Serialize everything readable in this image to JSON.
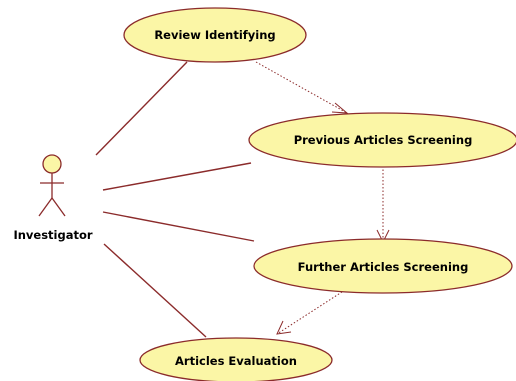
{
  "actor": {
    "name": "Investigator"
  },
  "use_cases": [
    {
      "id": "uc1",
      "label": "Review Identifying"
    },
    {
      "id": "uc2",
      "label": "Previous Articles Screening"
    },
    {
      "id": "uc3",
      "label": "Further Articles Screening"
    },
    {
      "id": "uc4",
      "label": "Articles Evaluation"
    }
  ],
  "associations": [
    "uc1",
    "uc2",
    "uc3",
    "uc4"
  ],
  "dependencies": [
    {
      "from": "uc1",
      "to": "uc2"
    },
    {
      "from": "uc2",
      "to": "uc3"
    },
    {
      "from": "uc3",
      "to": "uc4"
    }
  ],
  "colors": {
    "fill": "#fbf6a6",
    "stroke": "#8b2b2b"
  }
}
